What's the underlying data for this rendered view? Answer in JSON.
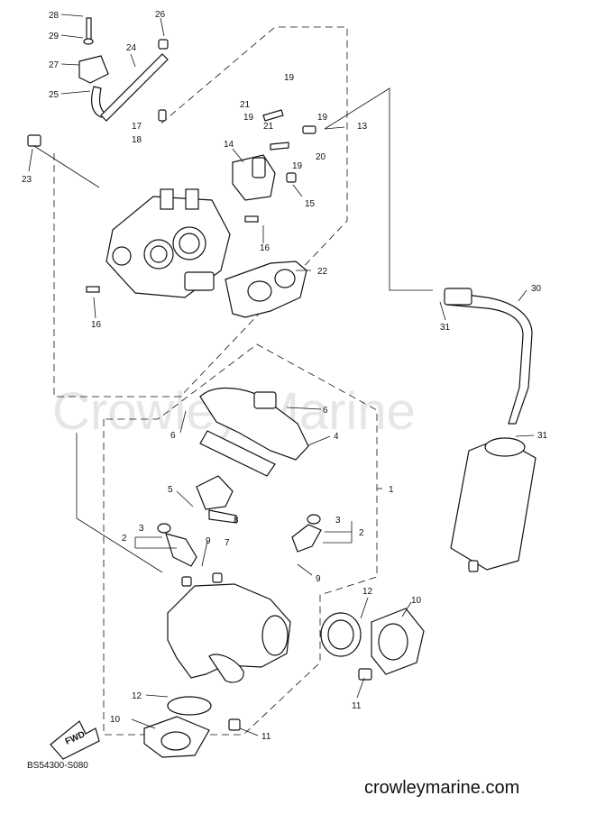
{
  "watermark": "Crowley Marine",
  "reference_code": "BS54300-S080",
  "site_text": "crowleymarine.com",
  "fwd_label": "FWD",
  "callouts": {
    "c1": "1",
    "c2a": "2",
    "c2b": "2",
    "c3a": "3",
    "c3b": "3",
    "c4": "4",
    "c5": "5",
    "c6a": "6",
    "c6b": "6",
    "c7": "7",
    "c8": "8",
    "c9a": "9",
    "c9b": "9",
    "c10a": "10",
    "c10b": "10",
    "c11a": "11",
    "c11b": "11",
    "c12a": "12",
    "c12b": "12",
    "c13": "13",
    "c14": "14",
    "c15": "15",
    "c16a": "16",
    "c16b": "16",
    "c17": "17",
    "c18": "18",
    "c19a": "19",
    "c19b": "19",
    "c19c": "19",
    "c19d": "19",
    "c20": "20",
    "c21a": "21",
    "c21b": "21",
    "c22": "22",
    "c23": "23",
    "c24": "24",
    "c25": "25",
    "c26": "26",
    "c27": "27",
    "c28": "28",
    "c29": "29",
    "c30": "30",
    "c31a": "31",
    "c31b": "31"
  }
}
